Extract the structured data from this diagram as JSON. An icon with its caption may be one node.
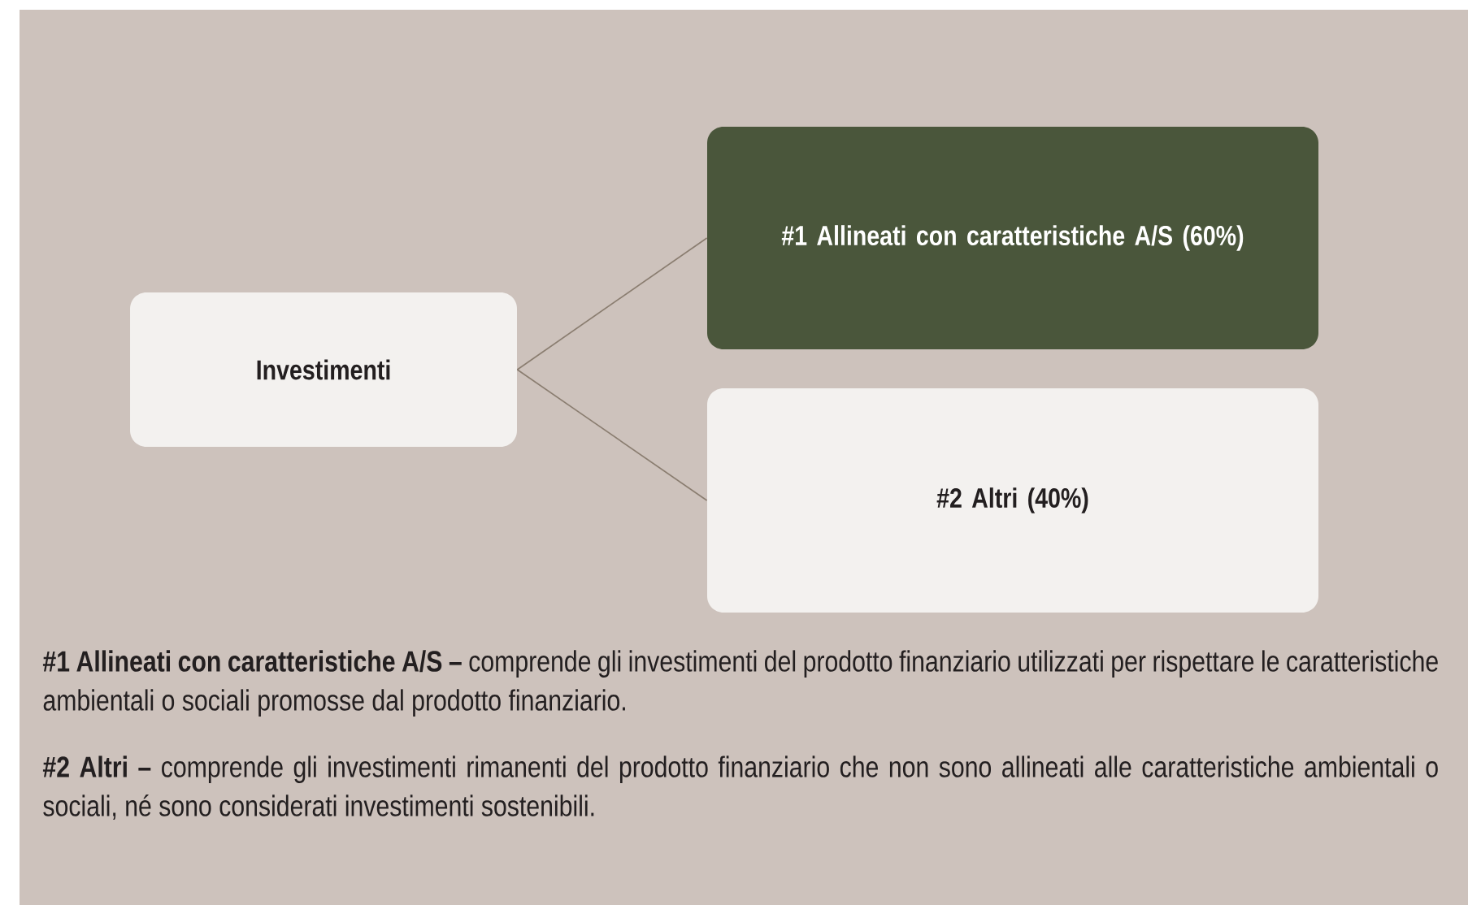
{
  "diagram": {
    "nodes": [
      {
        "text": [
          "Investimenti"
        ]
      },
      {
        "text": [
          "#1 Allineati con caratteristiche A/S (60%)"
        ]
      },
      {
        "text": [
          "#2 Altri (40%)"
        ]
      }
    ],
    "edges": [
      {
        "from": 0,
        "to": 1,
        "arrow": "none"
      },
      {
        "from": 0,
        "to": 2,
        "arrow": "none"
      }
    ],
    "labels": [
      "**#1 Allineati con caratteristiche A/S –** comprende gli investimenti del prodotto finanziario utilizzati per rispettare le caratteristiche ambientali o sociali promosse dal prodotto finanziario.",
      "**#2 Altri –** comprende gli investimenti rimanenti del prodotto finanziario che non sono allineati alle caratteristiche ambientali o sociali, né sono considerati investimenti sostenibili."
    ]
  }
}
